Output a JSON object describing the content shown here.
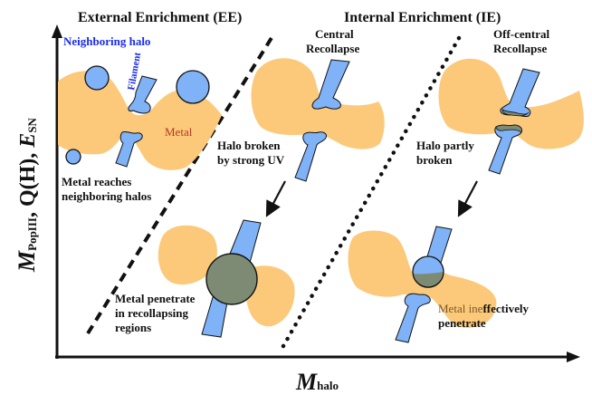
{
  "titles": {
    "external": "External Enrichment (EE)",
    "internal": "Internal Enrichment (IE)"
  },
  "axes": {
    "x_main": "M",
    "x_sub": "halo",
    "y_main": "M",
    "y_sub": "PopIII",
    "y_rest_1": ", Q(H), ",
    "y_E": "E",
    "y_E_sub": "SN"
  },
  "labels": {
    "neighboring_halo": "Neighboring halo",
    "filament": "Filament",
    "metal": "Metal",
    "metal_reaches_1": "Metal reaches",
    "metal_reaches_2": "neighboring halos",
    "halo_broken_1": "Halo broken",
    "halo_broken_2": "by strong UV",
    "central_1": "Central",
    "central_2": "Recollapse",
    "offcentral_1": "Off-central",
    "offcentral_2": "Recollapse",
    "partly_1": "Halo partly",
    "partly_2": "broken",
    "penetrate_1": "Metal penetrate",
    "penetrate_2": "in recollapsing",
    "penetrate_3": "regions",
    "ineffective_1a": "Metal ine",
    "ineffective_1b": "ffectively",
    "ineffective_2": "penetrate"
  },
  "colors": {
    "metal": "#fcc97a",
    "halo": "#7fb2f7",
    "enriched": "#7d8b74",
    "neighbor_text": "#1a2bf0",
    "metal_text": "#b23a1e",
    "ink": "#111111"
  }
}
